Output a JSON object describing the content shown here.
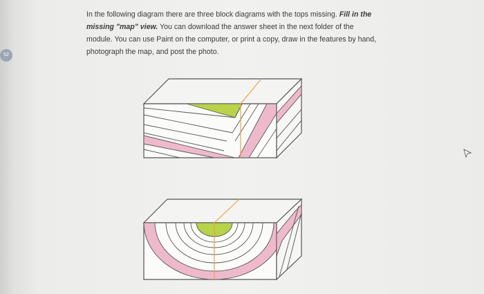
{
  "sidebar": {
    "page_number": "52"
  },
  "question": {
    "part1": "In the following diagram there are three block diagrams with the tops missing.",
    "emphasis": "Fill in the missing \"map\" view.",
    "part2": "You can download the answer sheet in the next folder of the module. You can use Paint on the computer, or print a copy, draw in the features by hand, photograph the map, and post the photo."
  },
  "figure": {
    "blocks": [
      {
        "kind": "dipping-beds-block"
      },
      {
        "kind": "concentric-basin-block"
      }
    ],
    "colors": {
      "green_layer": "#b8d24a",
      "pink_layer": "#eebacb",
      "orange_line": "#e8a24a",
      "outline": "#555555"
    }
  },
  "cursor": {
    "icon": "mouse-pointer-icon"
  }
}
